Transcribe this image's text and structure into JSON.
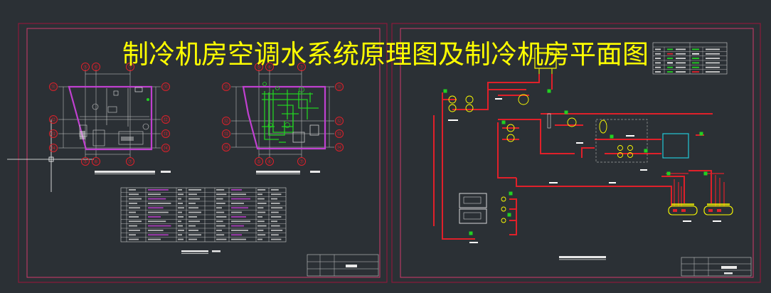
{
  "title": "制冷机房空调水系统原理图及制冷机房平面图",
  "colors": {
    "background": "#2b3035",
    "sheet_border": "#8b1a3a",
    "inner_frame": "#d23a6a",
    "pipe_red": "#e0202a",
    "pipe_green": "#22d022",
    "cyan": "#22c8d8",
    "magenta": "#c040d0",
    "yellow": "#ffff00",
    "white": "#ffffff"
  },
  "grid_labels_left_plan": {
    "top": [
      "⑤",
      "⑥",
      "⑦"
    ],
    "left": [
      "⑪",
      "⑫",
      "⑬",
      "⑭"
    ],
    "right": [
      "⑪",
      "⑫",
      "⑬",
      "⑭"
    ],
    "bottom": [
      "⑤",
      "⑥",
      "⑦"
    ]
  },
  "grid_labels_right_plan": {
    "top": [
      "⑤",
      "⑥",
      "⑦"
    ],
    "left": [
      "⑪",
      "⑫",
      "⑬",
      "⑭"
    ],
    "right": [
      "⑪",
      "⑫",
      "⑬",
      "⑭"
    ],
    "bottom": [
      "⑤",
      "⑥",
      "⑦"
    ]
  },
  "legend_rows": 6,
  "equipment_table_rows": 12
}
